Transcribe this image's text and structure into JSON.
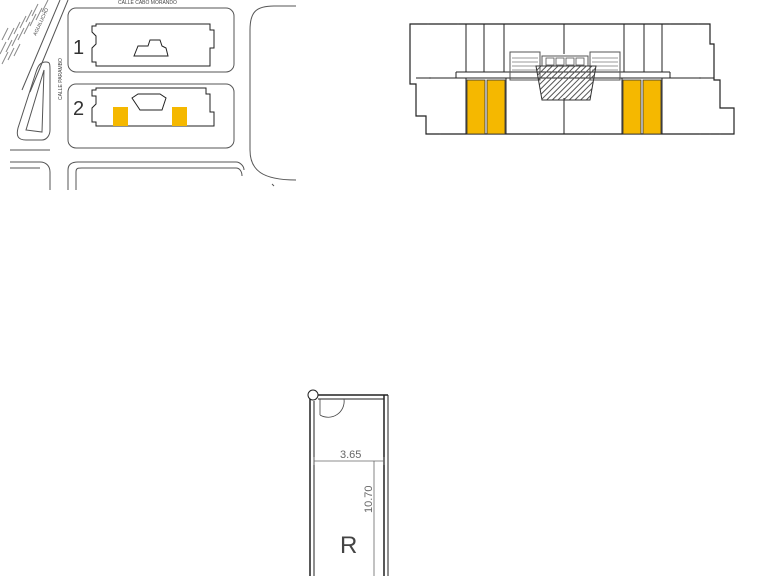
{
  "site_plan": {
    "street_top": "CALLE CABO MORANDO",
    "street_left": "CALLE PARAMBO",
    "street_diag": "AGUILUCHO",
    "building_1_number": "1",
    "building_2_number": "2",
    "highlight_color": "#F5B800"
  },
  "floor_plan": {
    "highlight_color": "#F5B800",
    "core_hatch_color": "#555555"
  },
  "unit_plan": {
    "width_dimension": "3.65",
    "length_dimension": "10.70",
    "unit_label": "R"
  }
}
